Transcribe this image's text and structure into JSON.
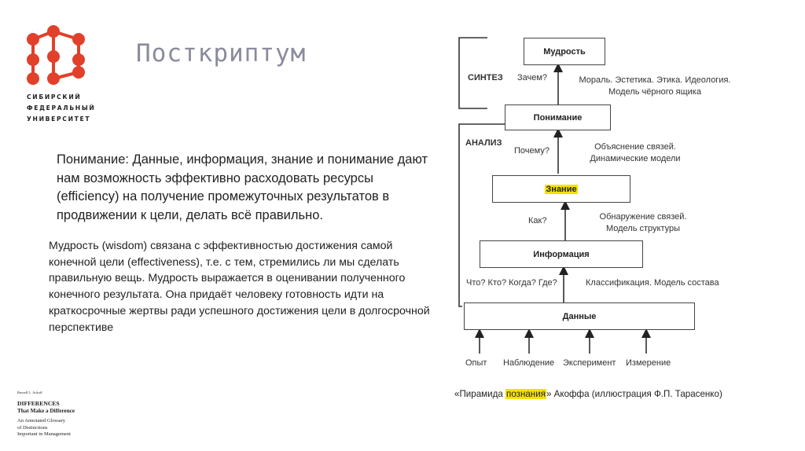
{
  "header": {
    "title": "Посткриптум",
    "university": [
      "СИБИРСКИЙ",
      "ФЕДЕРАЛЬНЫЙ",
      "УНИВЕРСИТЕТ"
    ],
    "logo_icon": "sfu-logo-icon",
    "accent_color": "#e1402a",
    "title_color": "#8b8b9e"
  },
  "main": {
    "paragraph1": "Понимание: Данные, информация, знание и понимание дают нам возможность эффективно расходовать ресурсы (efficiency) на получение промежуточных результатов в продвижении к цели, делать всё правильно.",
    "paragraph2": "Мудрость (wisdom) связана с эффективностью достижения самой конечной цели (effectiveness), т.е. с тем, стремились ли мы сделать правильную вещь. Мудрость выражается в оценивании полученного конечного результата. Она придаёт человеку готовность идти на краткосрочные жертвы ради успешного достижения цели в долгосрочной перспективе"
  },
  "book": {
    "author": "Russell L. Ackoff",
    "title_line1": "DIFFERENCES",
    "title_line2": "That Make a Difference",
    "sub1": "An Annotated Glossary",
    "sub2": "of Distinctions",
    "sub3": "Important in Management"
  },
  "diagram": {
    "boxes": {
      "wisdom": "Мудрость",
      "understanding": "Понимание",
      "knowledge": "Знание",
      "information": "Информация",
      "data": "Данные"
    },
    "synthesis": "СИНТЕЗ",
    "analysis": "АНАЛИЗ",
    "questions": {
      "why_for": "Зачем?",
      "why": "Почему?",
      "how": "Как?",
      "what": "Что? Кто? Когда? Где?"
    },
    "notes": {
      "morals_1": "Мораль. Эстетика. Этика. Идеология.",
      "morals_2": "Модель чёрного ящика",
      "explain_1": "Объяснение связей.",
      "explain_2": "Динамические модели",
      "discover_1": "Обнаружение связей.",
      "discover_2": "Модель структуры",
      "classify": "Классификация. Модель состава"
    },
    "inputs": [
      "Опыт",
      "Наблюдение",
      "Эксперимент",
      "Измерение"
    ],
    "highlight_color": "#f6e200"
  },
  "caption": {
    "before": "«Пирамида ",
    "highlight": "познания",
    "after": "» Акоффа (иллюстрация Ф.П. Тарасенко)"
  }
}
